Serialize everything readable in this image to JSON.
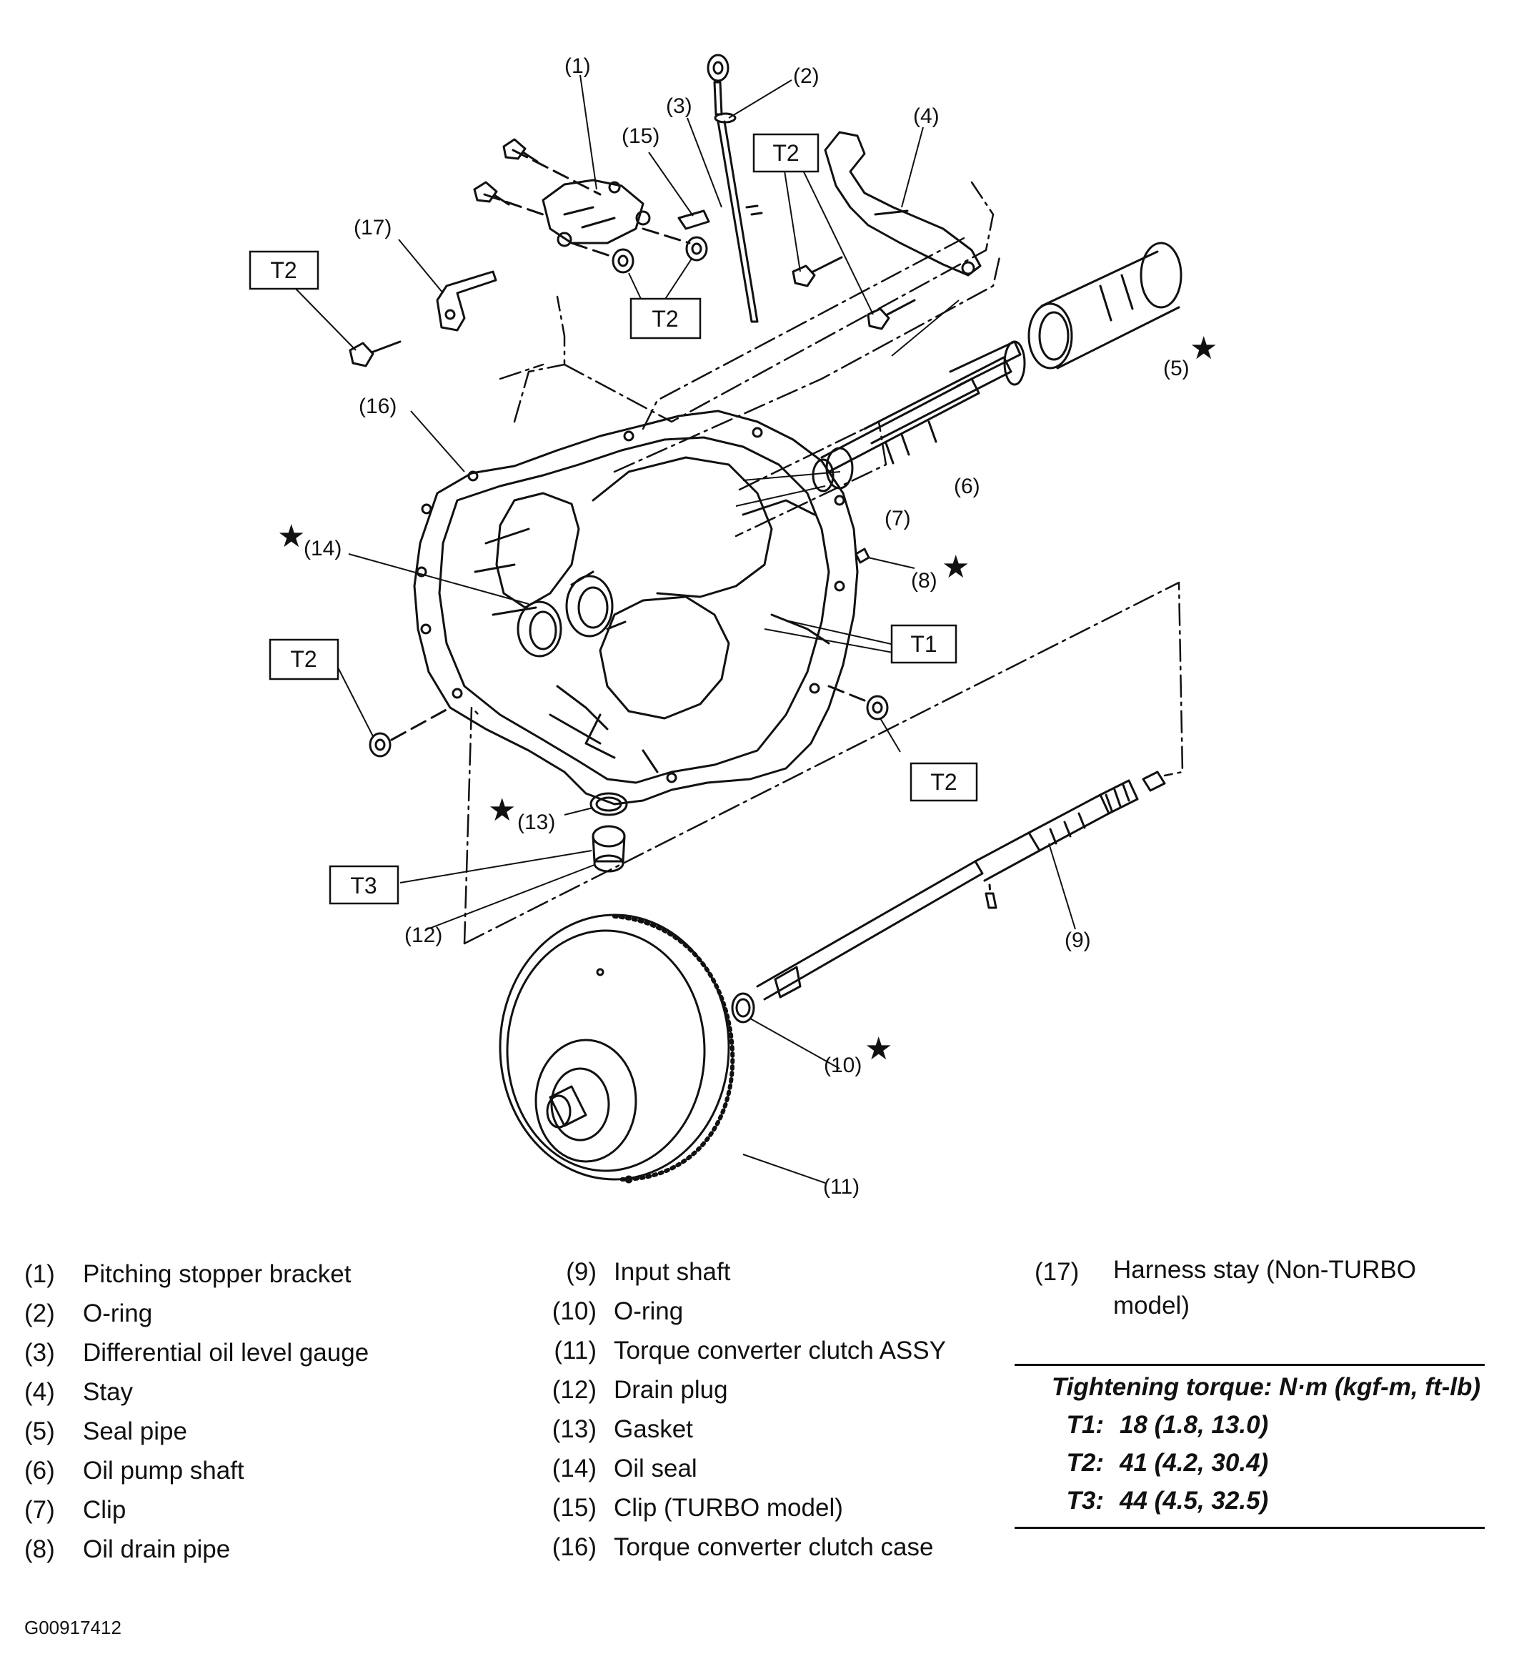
{
  "callouts": {
    "c1": "(1)",
    "c2": "(2)",
    "c3": "(3)",
    "c4": "(4)",
    "c5": "(5)",
    "c6": "(6)",
    "c7": "(7)",
    "c8": "(8)",
    "c9": "(9)",
    "c10": "(10)",
    "c11": "(11)",
    "c12": "(12)",
    "c13": "(13)",
    "c14": "(14)",
    "c15": "(15)",
    "c16": "(16)",
    "c17": "(17)"
  },
  "torque_tags": {
    "t1": "T1",
    "t2": "T2",
    "t3": "T3"
  },
  "star_symbol": "★",
  "legend": {
    "column1": [
      {
        "num": "(1)",
        "label": "Pitching stopper bracket"
      },
      {
        "num": "(2)",
        "label": "O-ring"
      },
      {
        "num": "(3)",
        "label": "Differential oil level gauge"
      },
      {
        "num": "(4)",
        "label": "Stay"
      },
      {
        "num": "(5)",
        "label": "Seal pipe"
      },
      {
        "num": "(6)",
        "label": "Oil pump shaft"
      },
      {
        "num": "(7)",
        "label": "Clip"
      },
      {
        "num": "(8)",
        "label": "Oil drain pipe"
      }
    ],
    "column2": [
      {
        "num": "(9)",
        "label": "Input shaft"
      },
      {
        "num": "(10)",
        "label": "O-ring"
      },
      {
        "num": "(11)",
        "label": "Torque converter clutch ASSY"
      },
      {
        "num": "(12)",
        "label": "Drain plug"
      },
      {
        "num": "(13)",
        "label": "Gasket"
      },
      {
        "num": "(14)",
        "label": "Oil seal"
      },
      {
        "num": "(15)",
        "label": "Clip (TURBO model)"
      },
      {
        "num": "(16)",
        "label": "Torque converter clutch case"
      }
    ],
    "column3": [
      {
        "num": "(17)",
        "label": "Harness stay (Non-TURBO model)"
      }
    ]
  },
  "tightening_torque": {
    "title": "Tightening torque: N·m (kgf-m, ft-lb)",
    "rows": [
      {
        "key": "T1:",
        "value": "18 (1.8, 13.0)"
      },
      {
        "key": "T2:",
        "value": "41 (4.2, 30.4)"
      },
      {
        "key": "T3:",
        "value": "44 (4.5, 32.5)"
      }
    ]
  },
  "figure_code": "G00917412",
  "colors": {
    "ink": "#111111",
    "background": "#ffffff"
  }
}
